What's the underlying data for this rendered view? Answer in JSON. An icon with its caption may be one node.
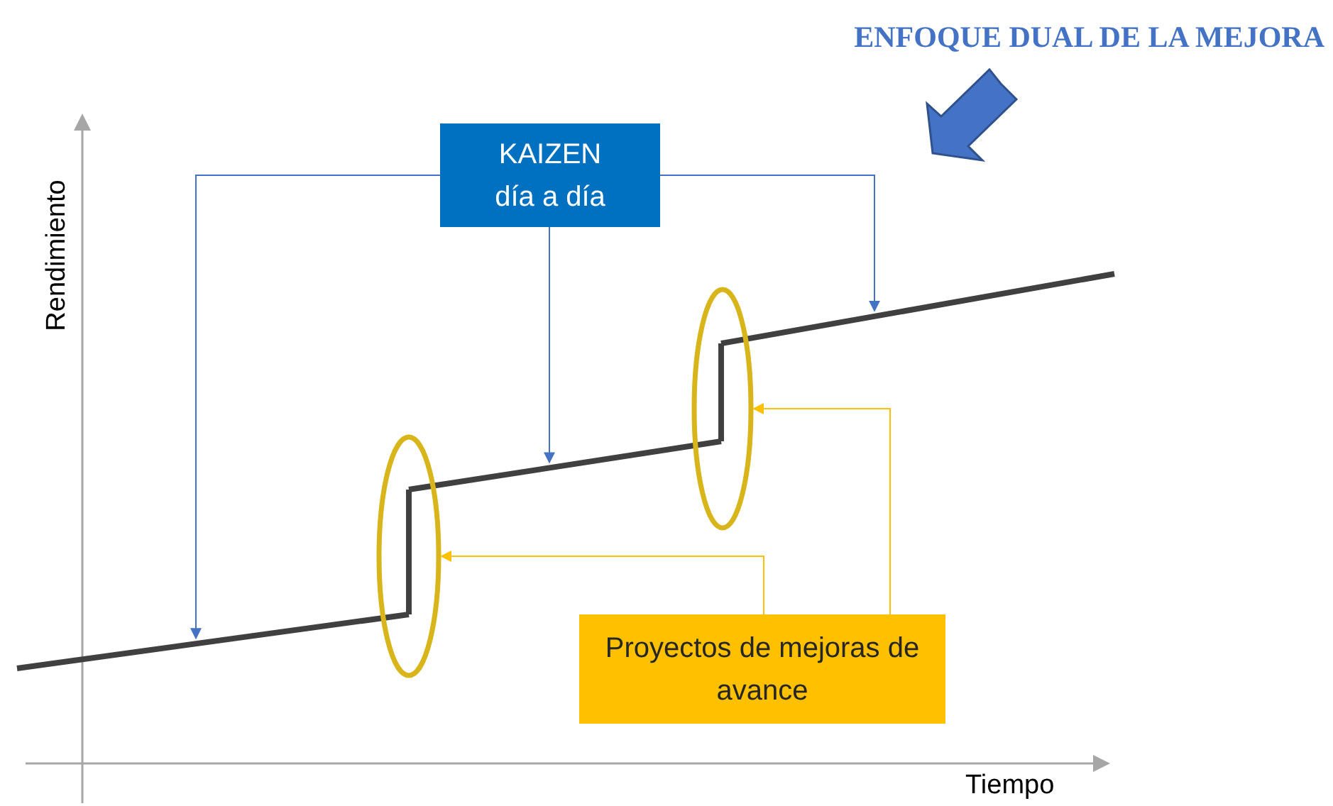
{
  "diagram": {
    "title": "ENFOQUE DUAL DE LA MEJORA",
    "nodes": [
      {
        "text": [
          "KAIZEN día a día"
        ]
      },
      {
        "text": [],
        "shape": "line"
      },
      {
        "text": [],
        "shape": "line"
      },
      {
        "text": [],
        "shape": "line"
      },
      {
        "text": [],
        "shape": "ellipse"
      },
      {
        "text": [],
        "shape": "ellipse"
      },
      {
        "text": [
          "Proyectos de mejoras de avance"
        ]
      }
    ],
    "edges": [
      {
        "from": 0,
        "to": 1,
        "arrow": "to"
      },
      {
        "from": 0,
        "to": 2,
        "arrow": "to"
      },
      {
        "from": 0,
        "to": 3,
        "arrow": "to"
      },
      {
        "from": 6,
        "to": 4,
        "arrow": "to",
        "color": "#ffc000"
      },
      {
        "from": 6,
        "to": 5,
        "arrow": "to",
        "color": "#ffc000"
      }
    ],
    "labels": [
      "Rendimiento",
      "Tiempo"
    ]
  }
}
